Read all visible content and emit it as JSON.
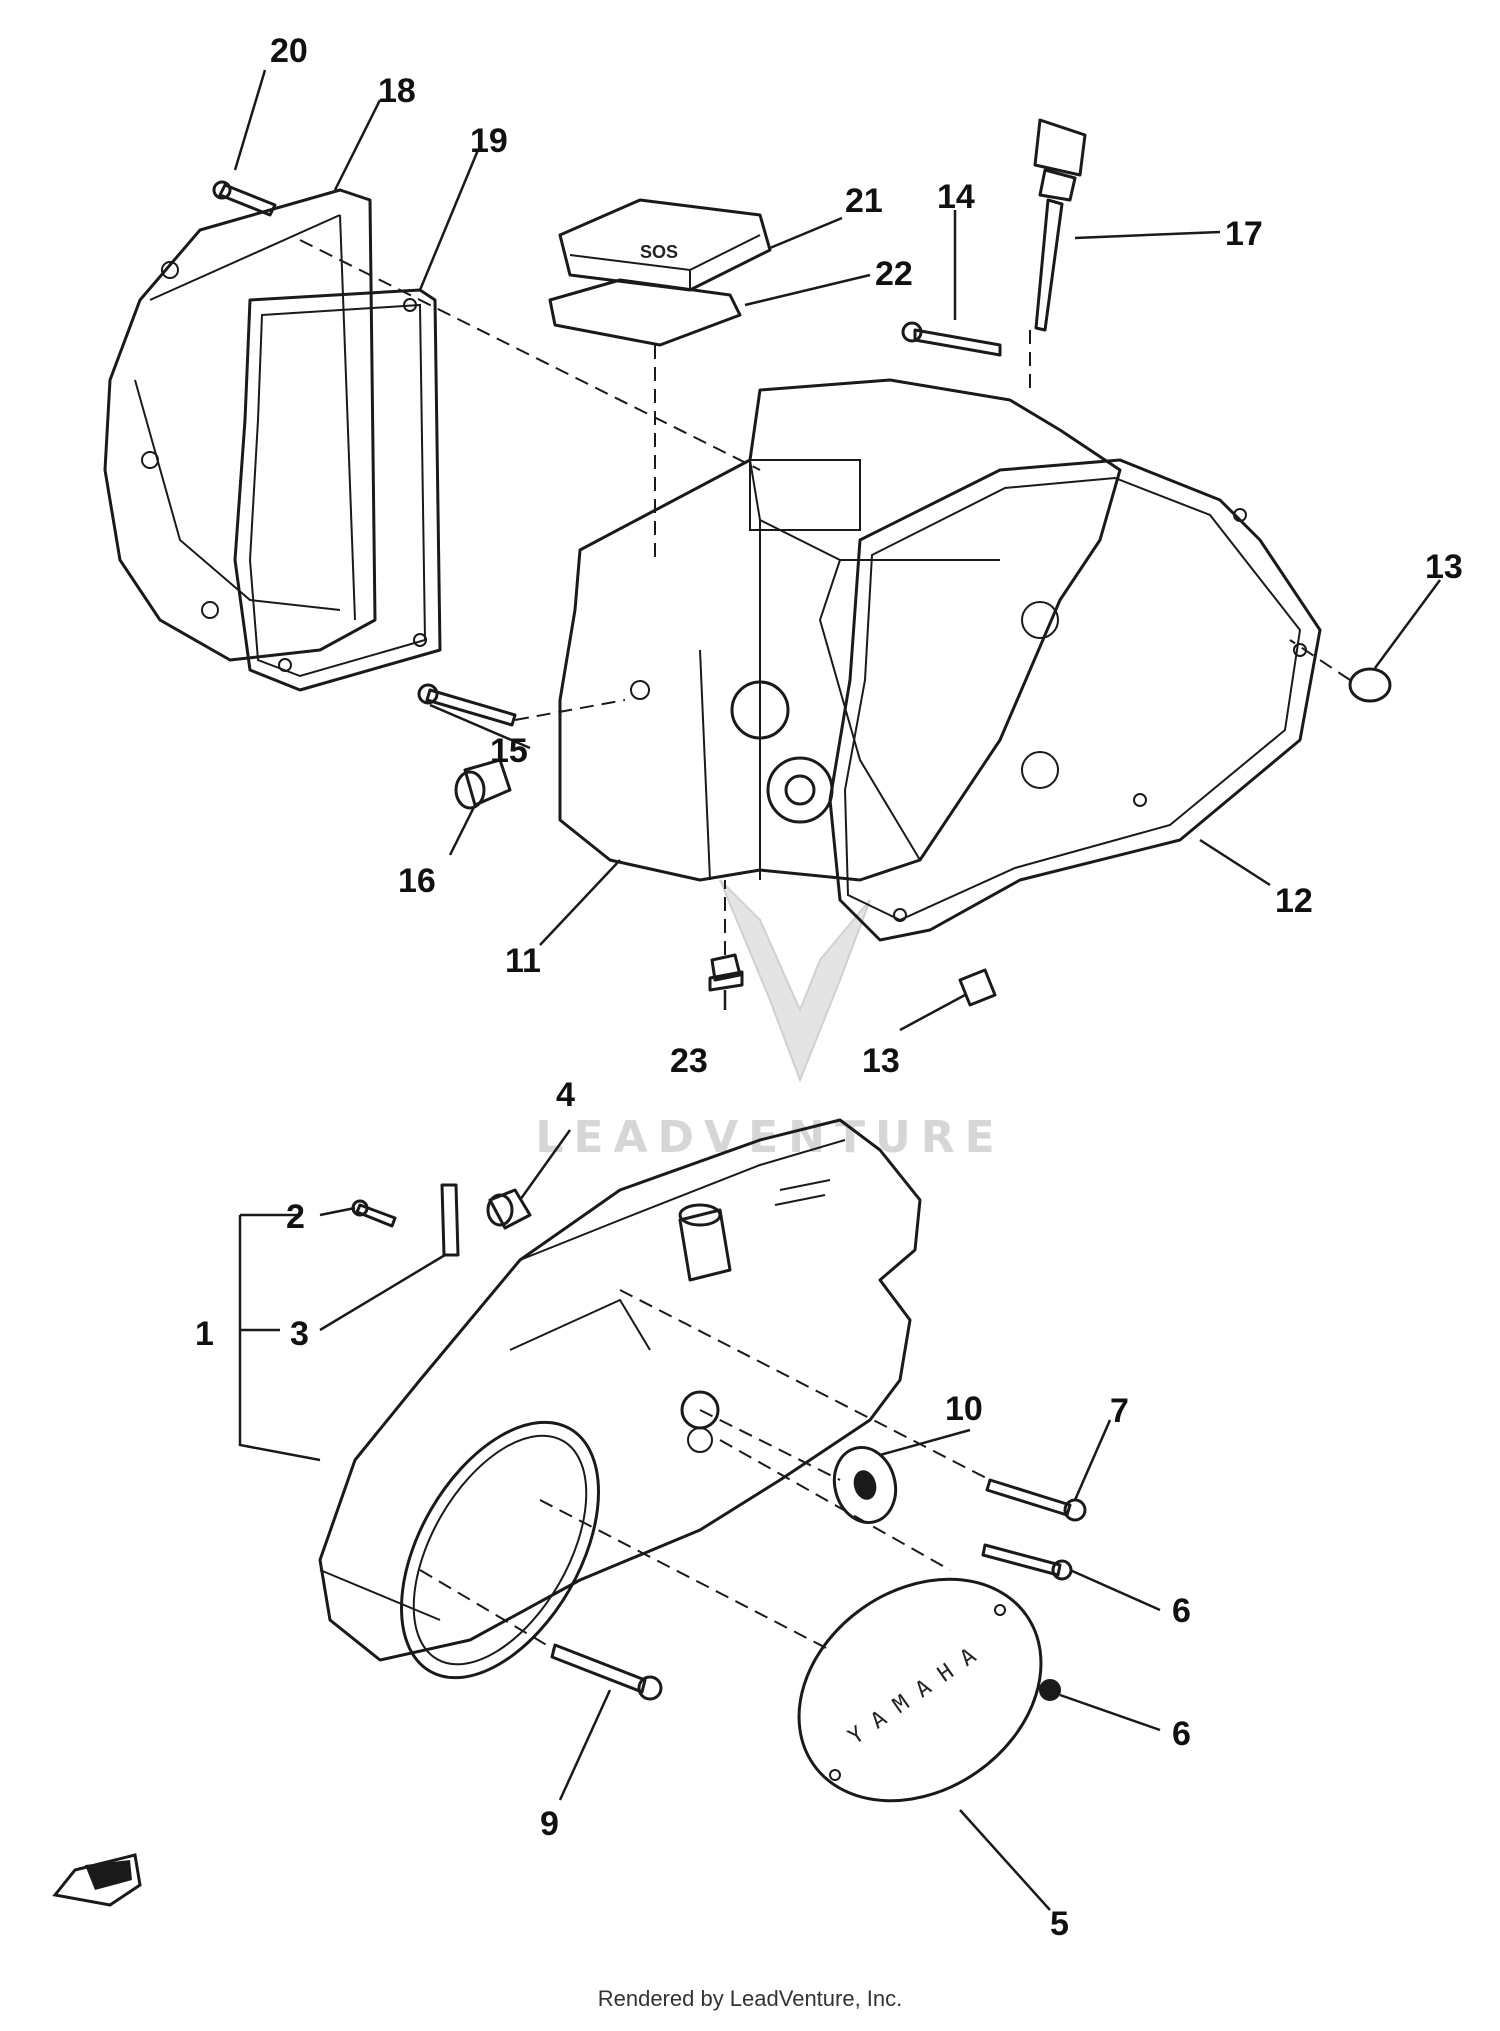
{
  "watermark": {
    "text": "LEADVENTURE"
  },
  "emblem_text": "YAMAHA",
  "credit": "Rendered by LeadVenture, Inc.",
  "callouts": {
    "c1": "1",
    "c2": "2",
    "c3": "3",
    "c4": "4",
    "c5": "5",
    "c6a": "6",
    "c6b": "6",
    "c7": "7",
    "c9": "9",
    "c10": "10",
    "c11": "11",
    "c12": "12",
    "c13a": "13",
    "c13b": "13",
    "c14": "14",
    "c15": "15",
    "c16": "16",
    "c17": "17",
    "c18": "18",
    "c19": "19",
    "c20": "20",
    "c21": "21",
    "c22": "22",
    "c23": "23"
  }
}
